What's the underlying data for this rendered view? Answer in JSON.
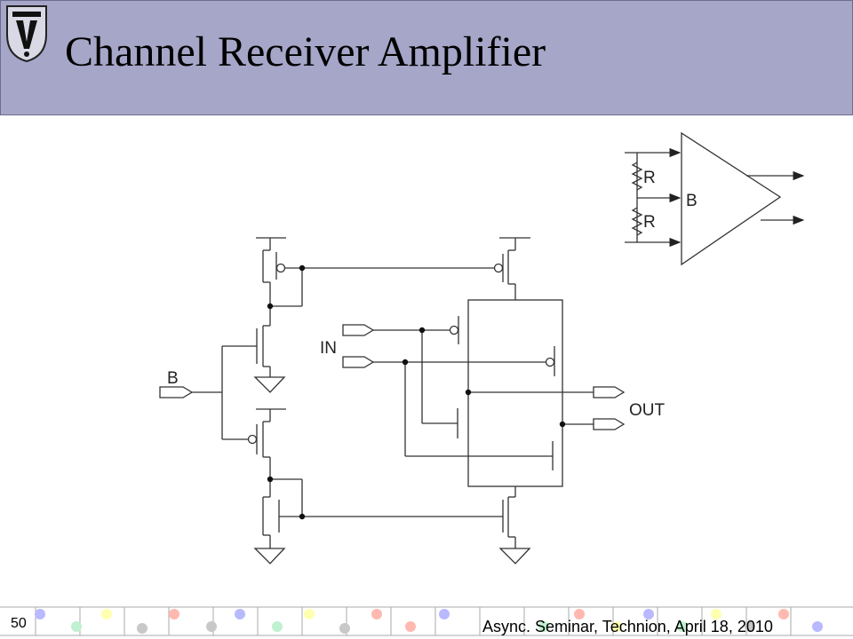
{
  "slide": {
    "title": "Channel Receiver Amplifier",
    "page_number": "50",
    "footer": "Async. Seminar, Technion, April 18, 2010"
  },
  "schematic": {
    "labels": {
      "input_b": "B",
      "input_in": "IN",
      "output": "OUT",
      "resistor_1": "R",
      "resistor_2": "R",
      "amp_label": "B"
    }
  },
  "colors": {
    "header_bg": "#a6a6c9",
    "header_border": "#6c6c90",
    "wire": "#333333"
  }
}
